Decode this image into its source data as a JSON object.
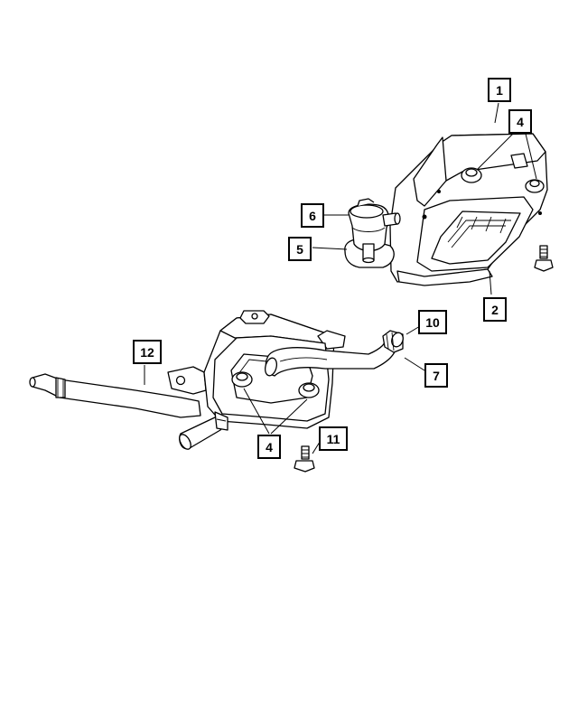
{
  "diagram": {
    "callouts": [
      {
        "id": "c1",
        "label": "1"
      },
      {
        "id": "c4a",
        "label": "4"
      },
      {
        "id": "c6",
        "label": "6"
      },
      {
        "id": "c5",
        "label": "5"
      },
      {
        "id": "c2",
        "label": "2"
      },
      {
        "id": "c10",
        "label": "10"
      },
      {
        "id": "c12",
        "label": "12"
      },
      {
        "id": "c7",
        "label": "7"
      },
      {
        "id": "c4b",
        "label": "4"
      },
      {
        "id": "c11",
        "label": "11"
      }
    ]
  },
  "colors": {
    "line": "#000000",
    "background": "#ffffff"
  }
}
